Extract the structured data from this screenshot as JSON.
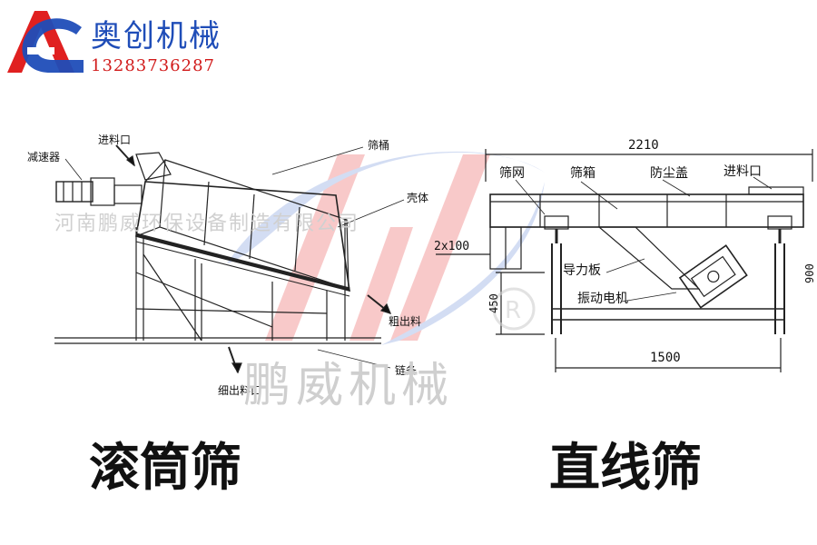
{
  "brand": {
    "name": "奥创机械",
    "phone": "13283736287",
    "logo_letter": "A",
    "colors": {
      "red": "#e02020",
      "blue": "#1f4db8"
    }
  },
  "watermark": {
    "company": "河南鹏威环保设备制造有限公司",
    "brand": "鹏威机械"
  },
  "drum_screen": {
    "title": "滚筒筛",
    "labels": {
      "reducer": "减速器",
      "feed_inlet": "进料口",
      "drum": "筛桶",
      "housing": "壳体",
      "coarse_outlet": "粗出料",
      "chain": "链条",
      "fine_outlet": "细出料口"
    }
  },
  "linear_screen": {
    "title": "直线筛",
    "labels": {
      "screen_mesh": "筛网",
      "screen_box": "筛箱",
      "dust_cover": "防尘盖",
      "feed_inlet": "进料口",
      "guide_plate": "导力板",
      "vibration_motor": "振动电机"
    },
    "dimensions": {
      "overall_length": "2210",
      "outlet": "2x100",
      "height": "450",
      "base_length": "1500",
      "right_height": "900"
    }
  }
}
